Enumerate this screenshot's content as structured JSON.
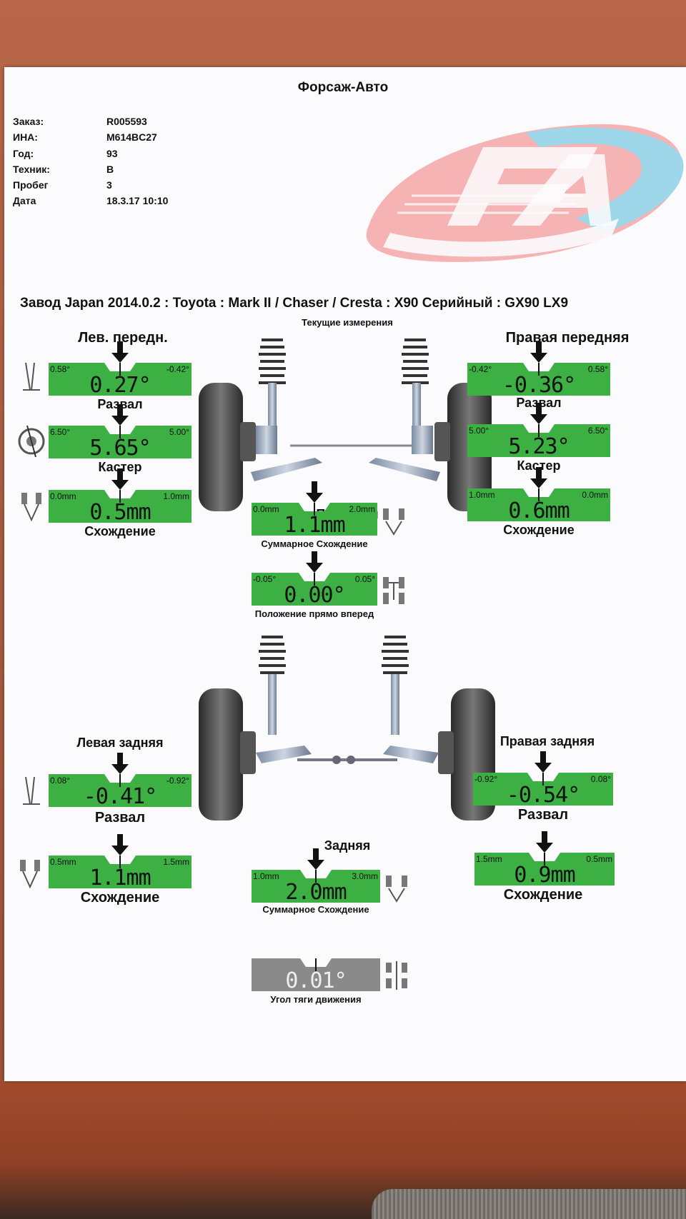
{
  "header": {
    "company": "Форсаж-Авто",
    "info": [
      {
        "label": "Заказ:",
        "value": "R005593"
      },
      {
        "label": "ИНА:",
        "value": "M614BC27"
      },
      {
        "label": "Год:",
        "value": "93"
      },
      {
        "label": "Техник:",
        "value": "B"
      },
      {
        "label": "Пробег",
        "value": "3"
      },
      {
        "label": "Дата",
        "value": "18.3.17 10:10"
      }
    ],
    "spec": "Завод Japan 2014.0.2 : Toyota : Mark II / Chaser / Cresta : X90 Серийный :  GX90   LX9"
  },
  "current_label": "Текущие измерения",
  "front": {
    "left_title": "Лев. передн.",
    "right_title": "Правая передняя",
    "axle_title": "Передняя",
    "left": {
      "camber": {
        "min": "0.58°",
        "max": "-0.42°",
        "value": "0.27°",
        "label": "Развал"
      },
      "caster": {
        "min": "6.50°",
        "max": "5.00°",
        "value": "5.65°",
        "label": "Кастер"
      },
      "toe": {
        "min": "0.0mm",
        "max": "1.0mm",
        "value": "0.5mm",
        "label": "Схождение"
      }
    },
    "right": {
      "camber": {
        "min": "-0.42°",
        "max": "0.58°",
        "value": "-0.36°",
        "label": "Развал"
      },
      "caster": {
        "min": "5.00°",
        "max": "6.50°",
        "value": "5.23°",
        "label": "Кастер"
      },
      "toe": {
        "min": "1.0mm",
        "max": "0.0mm",
        "value": "0.6mm",
        "label": "Схождение"
      }
    },
    "total_toe": {
      "min": "0.0mm",
      "max": "2.0mm",
      "value": "1.1mm",
      "label": "Суммарное Схождение"
    },
    "straight": {
      "min": "-0.05°",
      "max": "0.05°",
      "value": "0.00°",
      "label": "Положение прямо вперед"
    }
  },
  "rear": {
    "left_title": "Левая задняя",
    "right_title": "Правая задняя",
    "axle_title": "Задняя",
    "left": {
      "camber": {
        "min": "0.08°",
        "max": "-0.92°",
        "value": "-0.41°",
        "label": "Развал"
      },
      "toe": {
        "min": "0.5mm",
        "max": "1.5mm",
        "value": "1.1mm",
        "label": "Схождение"
      }
    },
    "right": {
      "camber": {
        "min": "-0.92°",
        "max": "0.08°",
        "value": "-0.54°",
        "label": "Развал"
      },
      "toe": {
        "min": "1.5mm",
        "max": "0.5mm",
        "value": "0.9mm",
        "label": "Схождение"
      }
    },
    "total_toe": {
      "min": "1.0mm",
      "max": "3.0mm",
      "value": "2.0mm",
      "label": "Суммарное Схождение"
    },
    "thrust": {
      "value": "0.01°",
      "label": "Угол тяги движения"
    }
  },
  "colors": {
    "gauge_green": "#3cb043",
    "gauge_gray": "#8a8a8a",
    "logo_pink": "#f4a6a6",
    "logo_blue": "#8fd0e6"
  }
}
